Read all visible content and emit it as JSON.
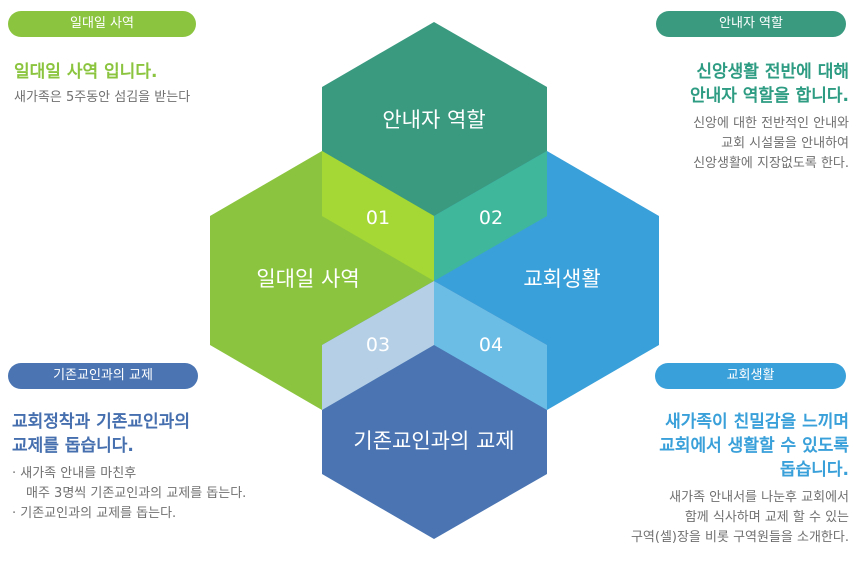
{
  "diagram": {
    "center_labels": {
      "top": "안내자 역할",
      "left": "일대일 사역",
      "right": "교회생활",
      "bottom": "기존교인과의 교제"
    },
    "numbers": [
      "01",
      "02",
      "03",
      "04"
    ]
  },
  "panels": {
    "top_left": {
      "pill": "일대일 사역",
      "heading": "일대일 사역 입니다.",
      "lines": [
        "새가족은 5주동안 섬김을 받는다"
      ]
    },
    "top_right": {
      "pill": "안내자 역할",
      "heading": [
        "신앙생활 전반에 대해",
        "안내자 역할을 합니다."
      ],
      "lines": [
        "신앙에 대한 전반적인 안내와",
        "교회 시설물을 안내하여",
        "신앙생활에 지장없도록 한다."
      ]
    },
    "bottom_left": {
      "pill": "기존교인과의 교제",
      "heading": [
        "교회정착과 기존교인과의",
        "교제를 돕습니다."
      ],
      "bullets": [
        "새가족 안내를 마친후",
        "매주 3명씩 기존교인과의 교제를 돕는다.",
        "기존교인과의 교제를 돕는다."
      ]
    },
    "bottom_right": {
      "pill": "교회생활",
      "heading": [
        "새가족이 친밀감을 느끼며",
        "교회에서 생활할 수 있도록",
        "돕습니다."
      ],
      "lines": [
        "새가족 안내서를 나눈후 교회에서",
        "함께 식사하며 교제 할 수 있는",
        "구역(셀)장을 비롯 구역원들을 소개한다."
      ]
    }
  },
  "colors": {
    "green": "#8bc53f",
    "teal": "#3a9a80",
    "navy": "#4a75b2",
    "blue": "#3aa0d9",
    "overlap_green": "#a5d834",
    "overlap_teal": "#3fb79a",
    "overlap_lightblue": "#b5d0e6",
    "overlap_skyblue": "#6cbde6"
  }
}
